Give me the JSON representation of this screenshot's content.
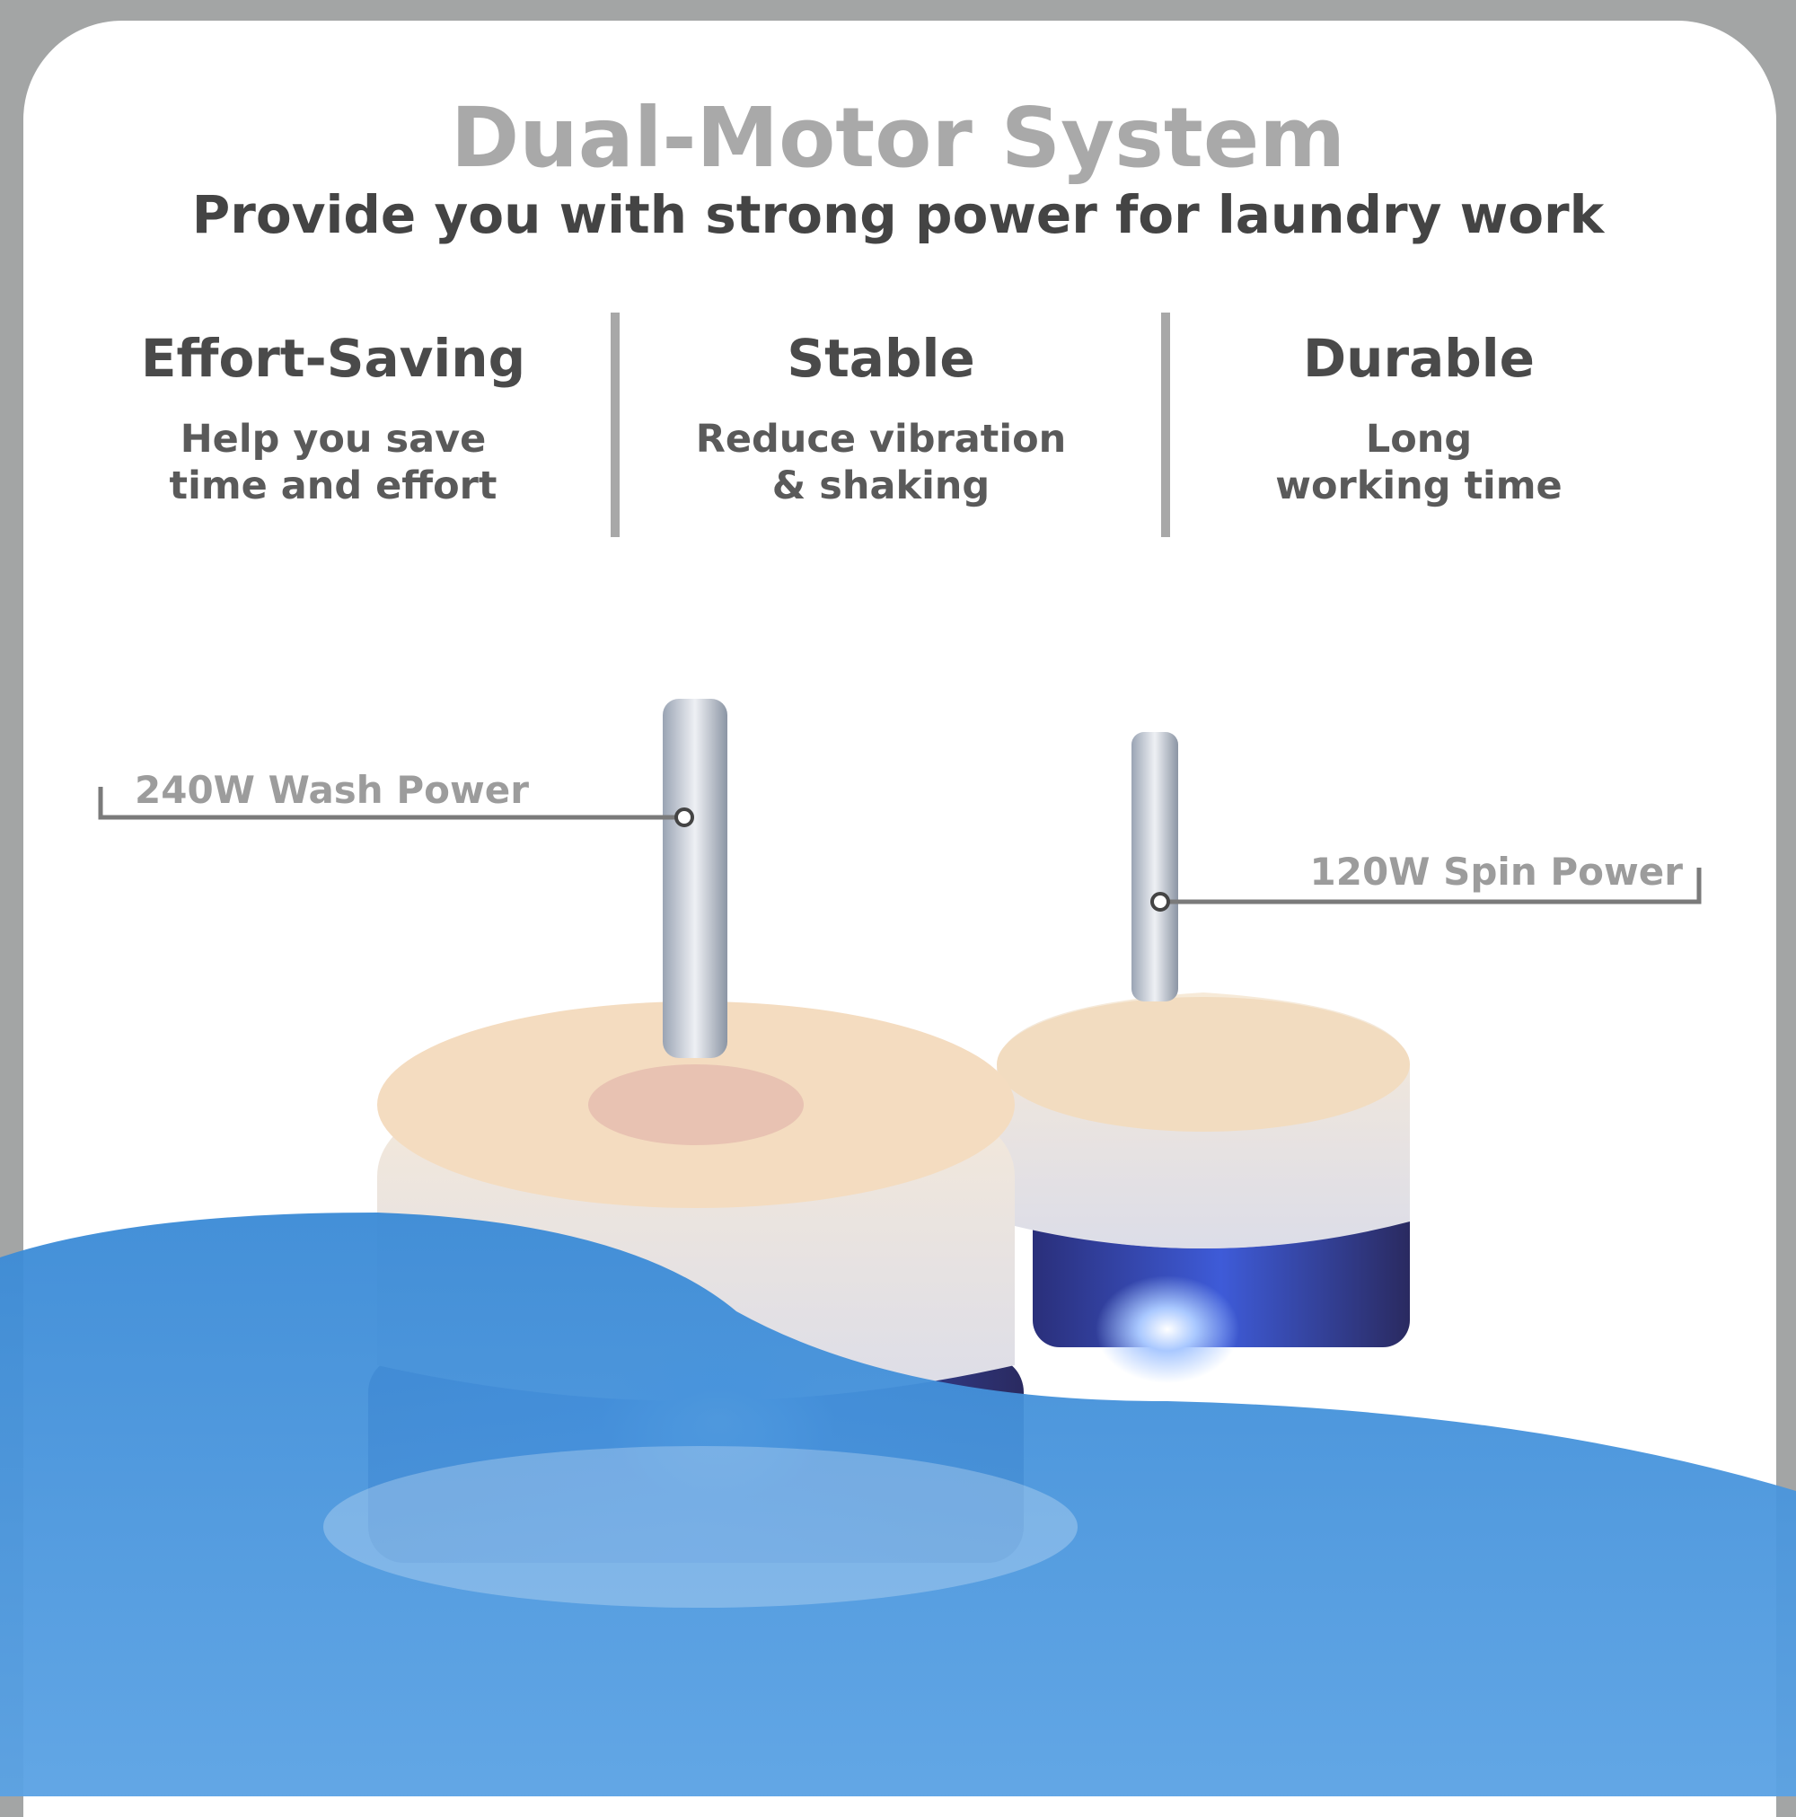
{
  "header": {
    "title": "Dual-Motor System",
    "subtitle": "Provide you with strong power for laundry work"
  },
  "features": [
    {
      "title": "Effort-Saving",
      "line1": "Help you save",
      "line2": "time and effort"
    },
    {
      "title": "Stable",
      "line1": "Reduce vibration",
      "line2": "& shaking"
    },
    {
      "title": "Durable",
      "line1": "Long",
      "line2": "working time"
    }
  ],
  "callouts": {
    "wash": "240W Wash Power",
    "spin": "120W Spin Power"
  },
  "colors": {
    "border": "#a3a5a5",
    "water": "#3f8fd8",
    "title": "#a9a9a9",
    "text": "#4a4a4a"
  }
}
